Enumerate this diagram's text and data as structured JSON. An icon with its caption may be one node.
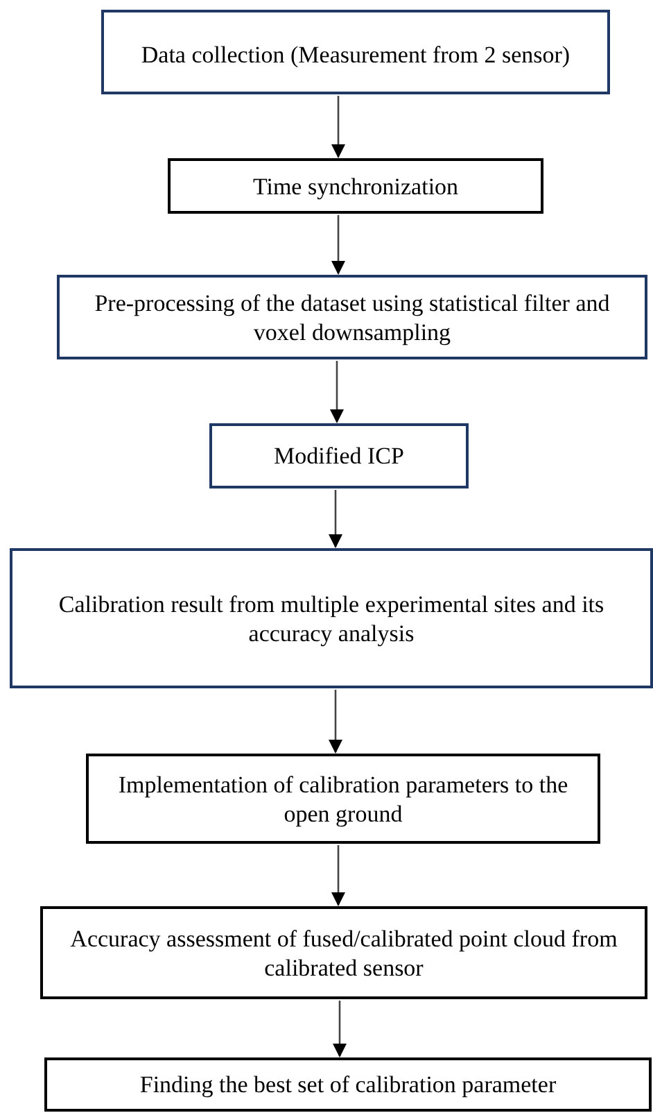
{
  "diagram": {
    "nodes": [
      {
        "text": [
          "Data collection (Measurement from 2 sensor)"
        ]
      },
      {
        "text": [
          "Time synchronization"
        ]
      },
      {
        "text": [
          "Pre-processing of the dataset using statistical filter and voxel downsampling"
        ]
      },
      {
        "text": [
          "Modified ICP"
        ]
      },
      {
        "text": [
          "Calibration result from multiple experimental sites and its accuracy analysis"
        ]
      },
      {
        "text": [
          "Implementation of calibration parameters to the open ground"
        ]
      },
      {
        "text": [
          "Accuracy assessment of fused/calibrated point cloud from calibrated sensor"
        ]
      },
      {
        "text": [
          "Finding the best set of calibration parameter"
        ]
      }
    ],
    "edges": [
      {
        "from": 0,
        "to": 1,
        "arrow": "to"
      },
      {
        "from": 1,
        "to": 2,
        "arrow": "to"
      },
      {
        "from": 2,
        "to": 3,
        "arrow": "to"
      },
      {
        "from": 3,
        "to": 4,
        "arrow": "to"
      },
      {
        "from": 4,
        "to": 5,
        "arrow": "to"
      },
      {
        "from": 5,
        "to": 6,
        "arrow": "to"
      },
      {
        "from": 6,
        "to": 7,
        "arrow": "to"
      }
    ]
  }
}
